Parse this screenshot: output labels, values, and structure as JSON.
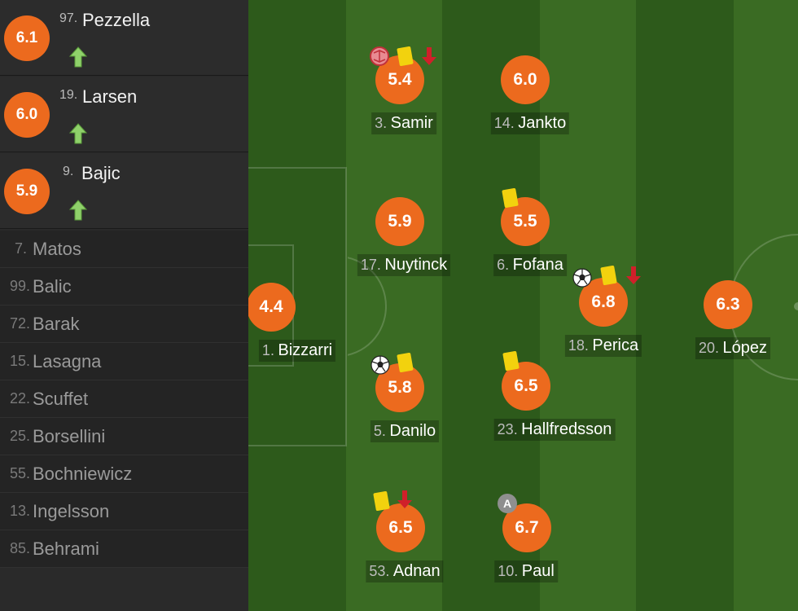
{
  "substitutes": [
    {
      "number": "97.",
      "name": "Pezzella",
      "rating": "6.1"
    },
    {
      "number": "19.",
      "name": "Larsen",
      "rating": "6.0"
    },
    {
      "number": "9.",
      "name": "Bajic",
      "rating": "5.9"
    }
  ],
  "bench": [
    {
      "number": "7.",
      "name": "Matos"
    },
    {
      "number": "99.",
      "name": "Balic"
    },
    {
      "number": "72.",
      "name": "Barak"
    },
    {
      "number": "15.",
      "name": "Lasagna"
    },
    {
      "number": "22.",
      "name": "Scuffet"
    },
    {
      "number": "25.",
      "name": "Borsellini"
    },
    {
      "number": "55.",
      "name": "Bochniewicz"
    },
    {
      "number": "13.",
      "name": "Ingelsson"
    },
    {
      "number": "85.",
      "name": "Behrami"
    }
  ],
  "players": {
    "bizzarri": {
      "number": "1.",
      "name": "Bizzarri",
      "rating": "4.4"
    },
    "samir": {
      "number": "3.",
      "name": "Samir",
      "rating": "5.4"
    },
    "jankto": {
      "number": "14.",
      "name": "Jankto",
      "rating": "6.0"
    },
    "nuytinck": {
      "number": "17.",
      "name": "Nuytinck",
      "rating": "5.9"
    },
    "fofana": {
      "number": "6.",
      "name": "Fofana",
      "rating": "5.5"
    },
    "perica": {
      "number": "18.",
      "name": "Perica",
      "rating": "6.8"
    },
    "lopez": {
      "number": "20.",
      "name": "López",
      "rating": "6.3"
    },
    "danilo": {
      "number": "5.",
      "name": "Danilo",
      "rating": "5.8"
    },
    "hallfredsson": {
      "number": "23.",
      "name": "Hallfredsson",
      "rating": "6.5"
    },
    "adnan": {
      "number": "53.",
      "name": "Adnan",
      "rating": "6.5"
    },
    "paul": {
      "number": "10.",
      "name": "Paul",
      "rating": "6.7"
    }
  },
  "captain_badge": "A",
  "colors": {
    "rating": "#ec6a1e",
    "pitch_dark": "#2f5b1c",
    "pitch_light": "#3b6d24",
    "yellow_card": "#f2d20e",
    "sub_in_arrow": "#8fd16a",
    "sub_out_arrow": "#d0202a"
  },
  "icons": [
    "sub-in-arrow-icon",
    "sub-out-arrow-icon",
    "yellow-card-icon",
    "goal-ball-icon",
    "own-goal-icon",
    "captain-icon"
  ]
}
